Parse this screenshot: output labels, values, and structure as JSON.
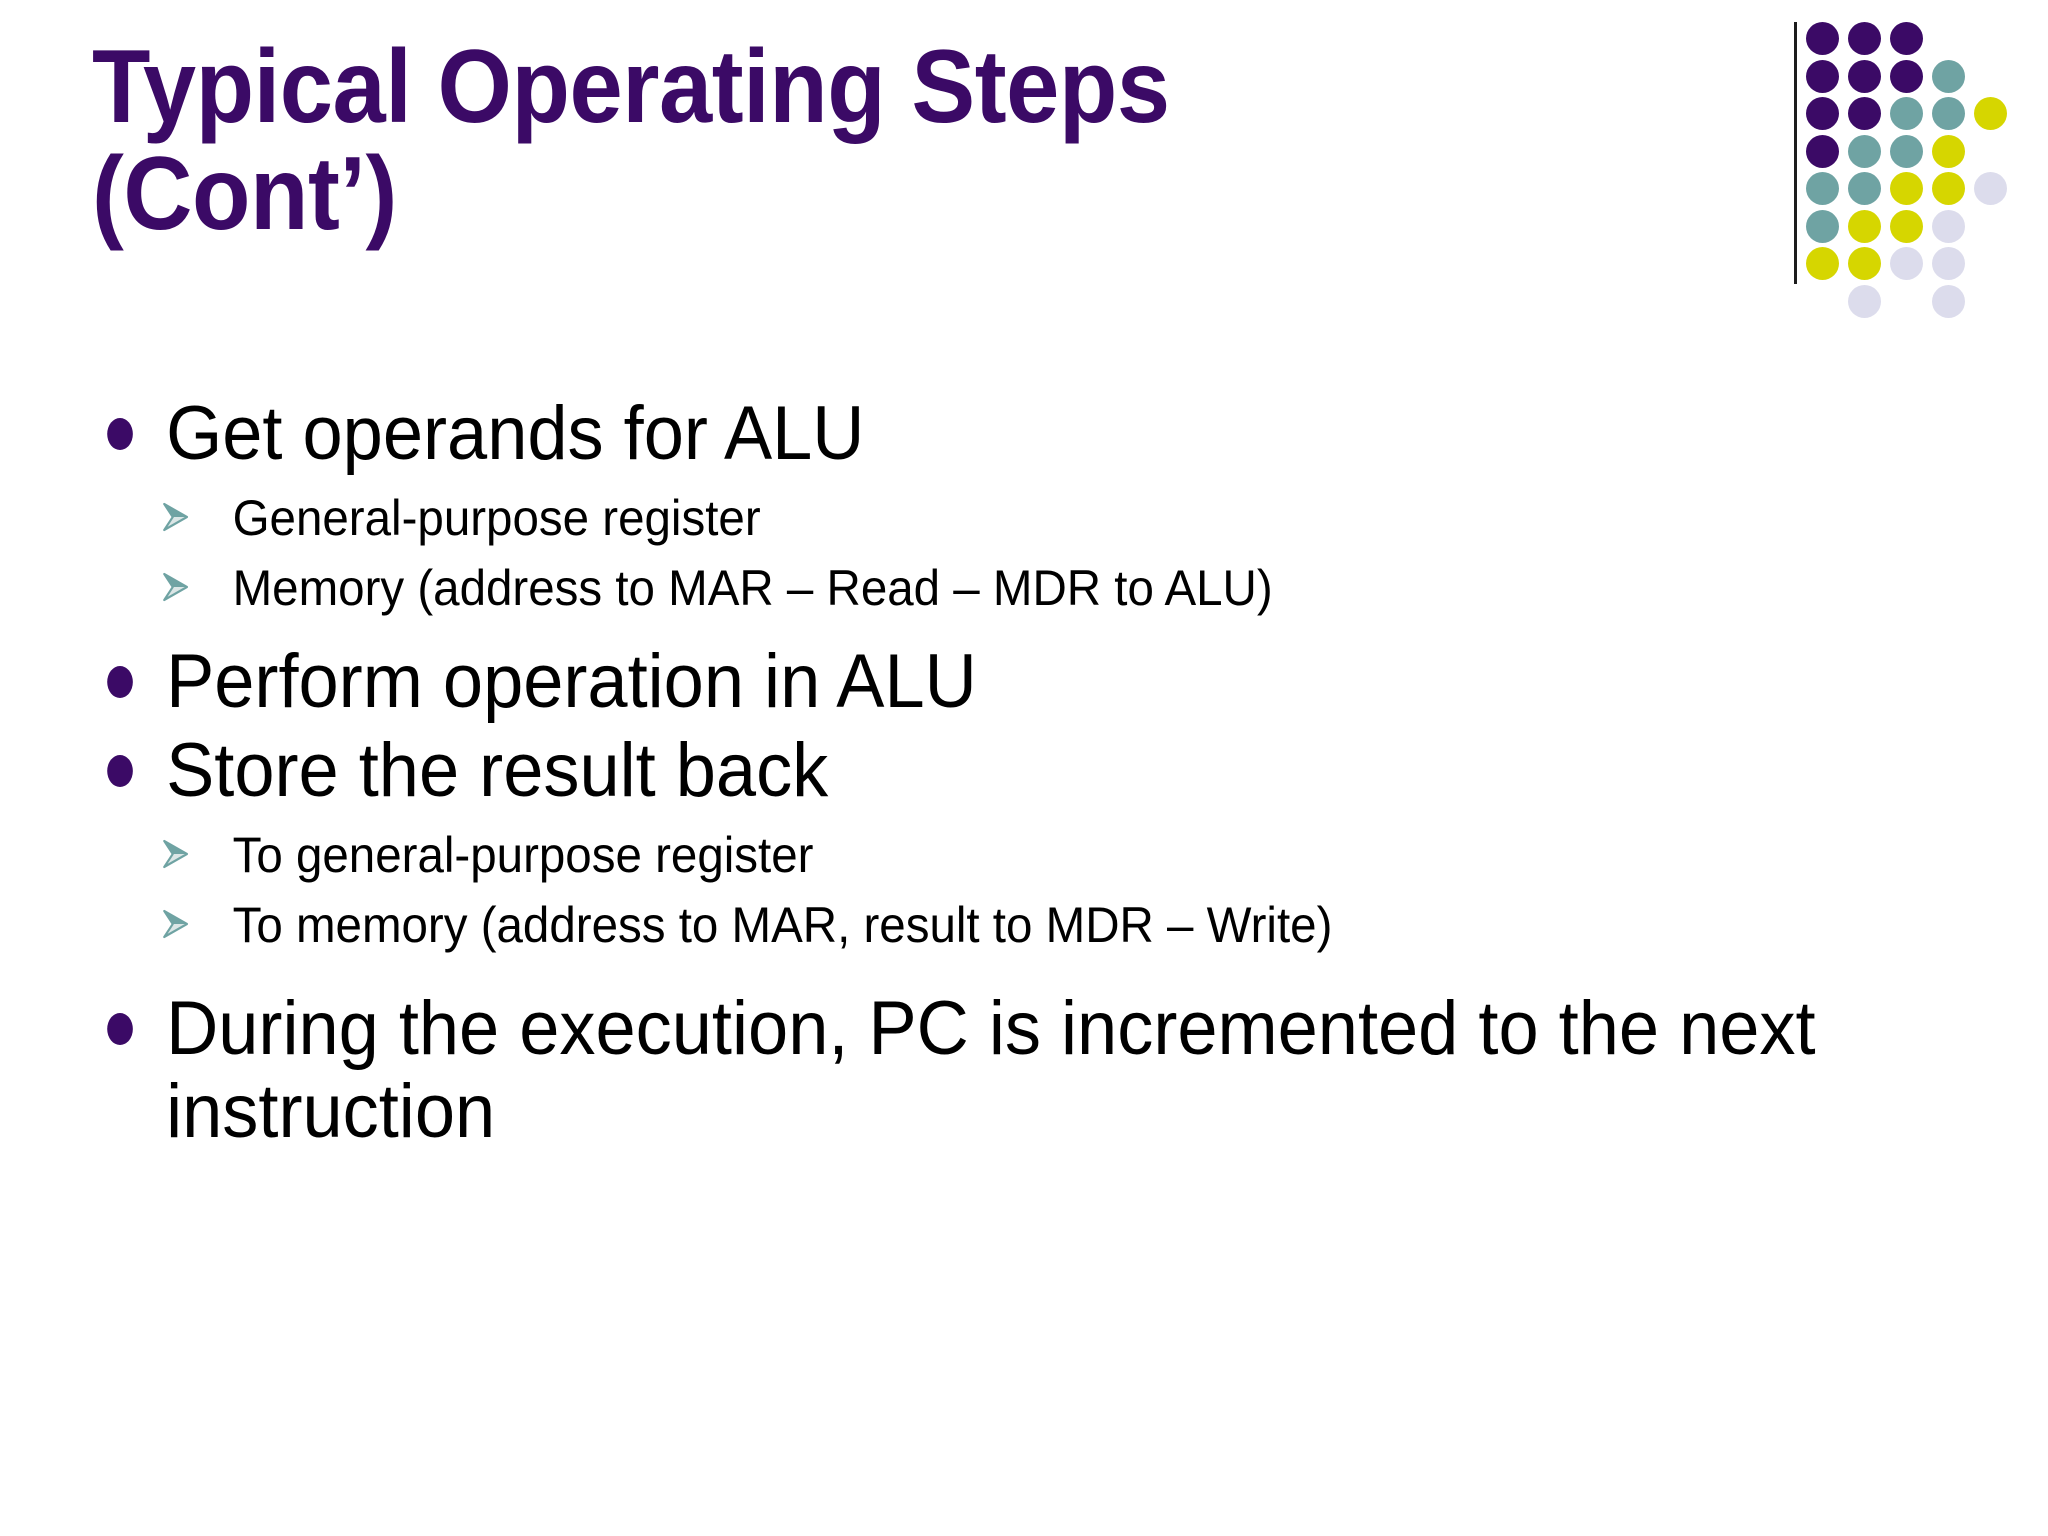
{
  "slide": {
    "title": "Typical Operating Steps\n(Cont’)",
    "title_color": "#3b0a66",
    "background_color": "#ffffff",
    "body_text_color": "#000000"
  },
  "bullets": {
    "b1": "Get operands for ALU",
    "b1s1": "General-purpose register",
    "b1s2": "Memory (address to MAR – Read – MDR to ALU)",
    "b2": "Perform operation in ALU",
    "b3": "Store the result back",
    "b3s1": "To general-purpose register",
    "b3s2": "To memory (address to MAR, result to MDR – Write)",
    "b4": "During the execution, PC is incremented to the next instruction"
  },
  "decoration": {
    "name": "dot-grid-motif",
    "colors": {
      "purple": "#3b0a66",
      "teal": "#6fa3a3",
      "yellow": "#d6d600",
      "lavender": "#dcdcec",
      "rule": "#1c1c1c"
    },
    "grid": [
      [
        "purple",
        "purple",
        "purple",
        "",
        ""
      ],
      [
        "purple",
        "purple",
        "purple",
        "teal",
        ""
      ],
      [
        "purple",
        "purple",
        "teal",
        "teal",
        "yellow"
      ],
      [
        "purple",
        "teal",
        "teal",
        "yellow",
        ""
      ],
      [
        "teal",
        "teal",
        "yellow",
        "yellow",
        "lavender"
      ],
      [
        "teal",
        "yellow",
        "yellow",
        "lavender",
        ""
      ],
      [
        "yellow",
        "yellow",
        "lavender",
        "lavender",
        ""
      ],
      [
        "",
        "lavender",
        "",
        "lavender",
        ""
      ]
    ]
  }
}
